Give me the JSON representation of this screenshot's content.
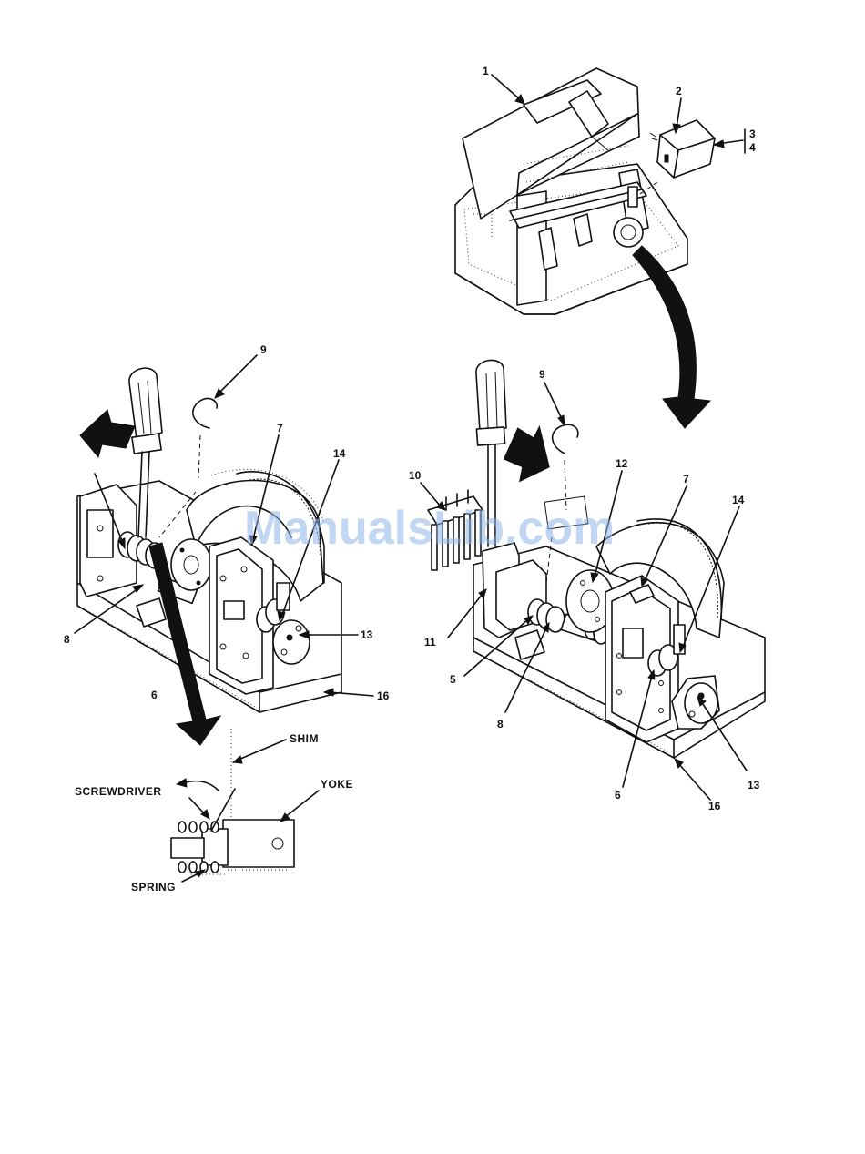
{
  "watermark": "ManualsLib.com",
  "callouts": {
    "c1": "1",
    "c2": "2",
    "c3": "3",
    "c4": "4",
    "l9": "9",
    "l7": "7",
    "l14": "14",
    "l8": "8",
    "l13": "13",
    "l6": "6",
    "l16": "16",
    "r9": "9",
    "r10": "10",
    "r12": "12",
    "r7": "7",
    "r14": "14",
    "r11": "11",
    "r5": "5",
    "r8": "8",
    "r6": "6",
    "r13": "13",
    "r16": "16"
  },
  "detail_labels": {
    "shim": "SHIM",
    "yoke": "YOKE",
    "screwdriver": "SCREWDRIVER",
    "spring": "SPRING"
  }
}
